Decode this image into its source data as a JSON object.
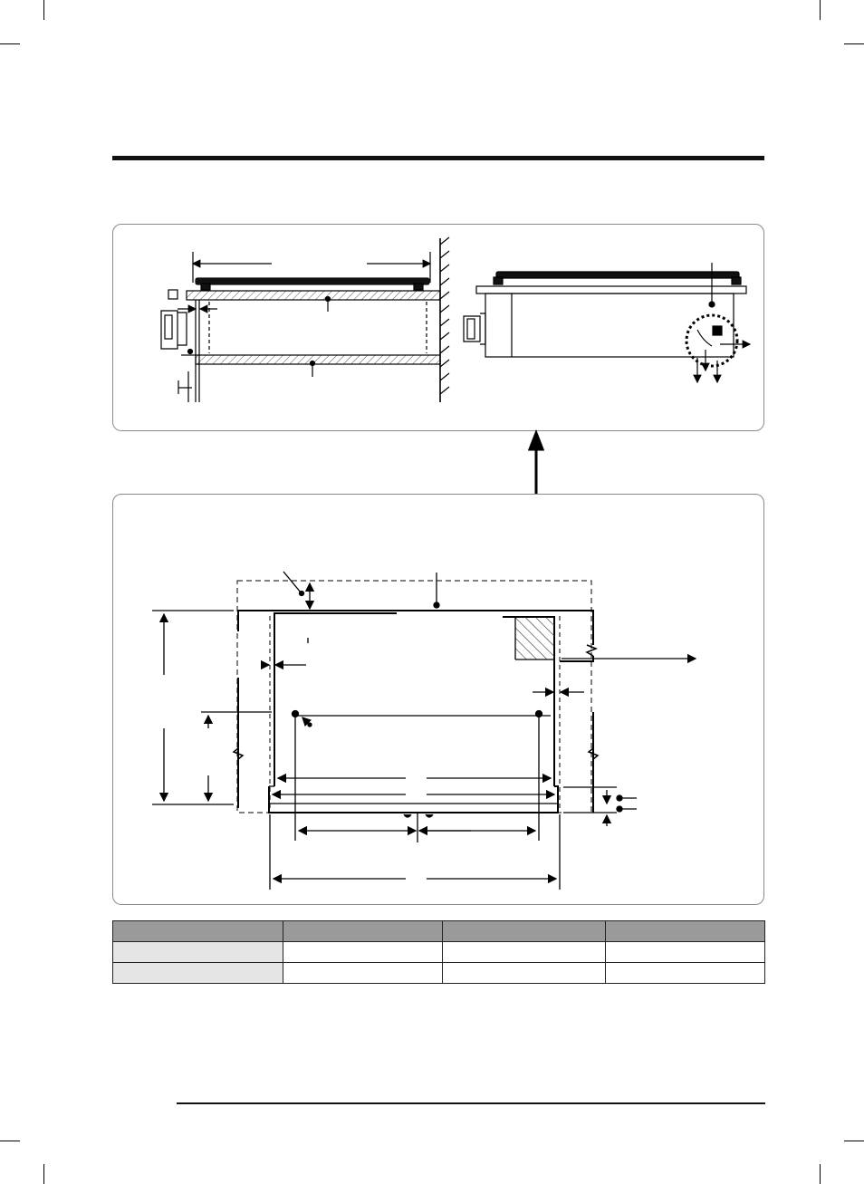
{
  "page": {
    "background": "#ffffff",
    "rule_color": "#111111",
    "panel_border_color": "#8a8a8a"
  },
  "diagram_top": {
    "left_view": "side-section-cabinet-with-cooktop",
    "right_view": "side-elevation-with-vent-detail"
  },
  "diagram_bottom": {
    "view": "cutout-plan-dimensions"
  },
  "table": {
    "header": [
      "",
      "",
      "",
      ""
    ],
    "rows": [
      [
        "",
        "",
        "",
        ""
      ],
      [
        "",
        "",
        "",
        ""
      ]
    ],
    "header_color": "#9a9a9a",
    "rowhead_color": "#e5e5e5"
  }
}
